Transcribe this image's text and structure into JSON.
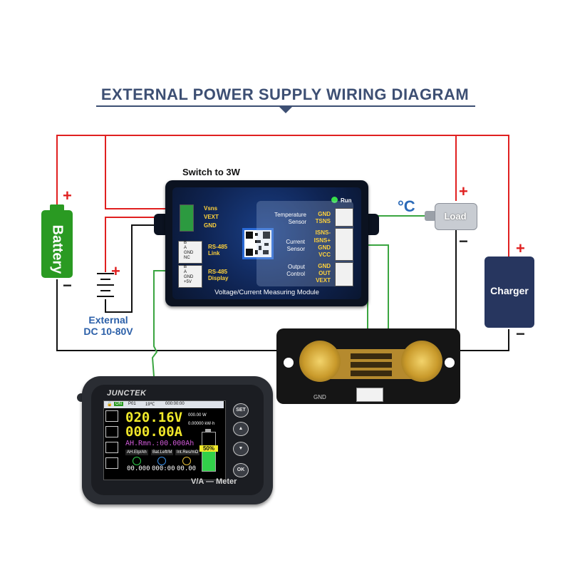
{
  "title": "EXTERNAL POWER SUPPLY WIRING DIAGRAM",
  "battery": {
    "label": "Battery",
    "plus": "+",
    "minus": "−"
  },
  "external_supply": {
    "label_line1": "External",
    "label_line2": "DC 10-80V",
    "plus": "+"
  },
  "module": {
    "switch_label": "Switch to 3W",
    "run_label": "Run",
    "title": "Voltage/Current Measuring Module",
    "power_pins": [
      "Vsns",
      "VEXT",
      "GND"
    ],
    "rs485_link": {
      "pins": [
        "B",
        "A",
        "GND",
        "NC"
      ],
      "label": "RS-485\nLink"
    },
    "rs485_display": {
      "pins": [
        "B",
        "A",
        "GND",
        "+5V"
      ],
      "label": "RS-485\nDisplay"
    },
    "groups": [
      {
        "name": "Temperature\nSensor",
        "pins": [
          "GND",
          "TSNS"
        ]
      },
      {
        "name": "Current\nSensor",
        "pins": [
          "ISNS-",
          "ISNS+",
          "GND",
          "VCC"
        ]
      },
      {
        "name": "Output\nControl",
        "pins": [
          "GND",
          "OUT",
          "VEXT"
        ]
      }
    ]
  },
  "temperature_symbol": "°C",
  "load": {
    "label": "Load",
    "plus": "+",
    "minus": "−"
  },
  "charger": {
    "label": "Charger",
    "plus": "+",
    "minus": "−"
  },
  "shunt": {
    "gnd_label": "GND"
  },
  "meter": {
    "brand": "JUNCTEK",
    "model": "V/A — Meter",
    "buttons": [
      "SET",
      "▲",
      "▼",
      "OK"
    ],
    "status": {
      "on": "ON",
      "p": "P01",
      "temp": "19℃",
      "time": "000:00:00"
    },
    "voltage": "020.16V",
    "current": "000.00A",
    "power": "000.00 W",
    "energy": "0.00000 kW·h",
    "ah_remaining": "AH.Rmn.:00.000Ah",
    "labels": [
      "AH.Elp/Ah",
      "Bat.Left/M",
      "Int.Res/mΩ"
    ],
    "values": [
      "00.000",
      "000:00",
      "00.00"
    ],
    "battery_percent": "50%"
  }
}
